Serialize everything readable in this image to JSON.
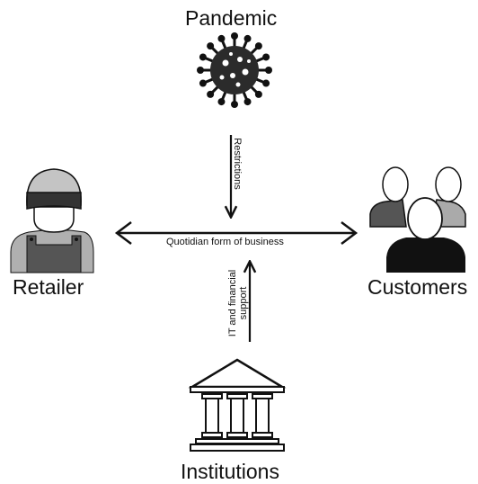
{
  "nodes": {
    "top": {
      "label": "Pandemic",
      "icon": "virus-icon"
    },
    "left": {
      "label": "Retailer",
      "icon": "retailer-icon"
    },
    "right": {
      "label": "Customers",
      "icon": "customers-icon"
    },
    "bottom": {
      "label": "Institutions",
      "icon": "institution-building-icon"
    }
  },
  "edges": {
    "pandemic_to_center": "Restrictions",
    "retailer_customers": "Quotidian form of business",
    "institutions_to_center_line1": "IT and financial",
    "institutions_to_center_line2": "support"
  },
  "colors": {
    "ink": "#111111",
    "mid_gray": "#555555",
    "light_gray": "#a8a8a8",
    "cap_gray": "#bdbdbd"
  }
}
